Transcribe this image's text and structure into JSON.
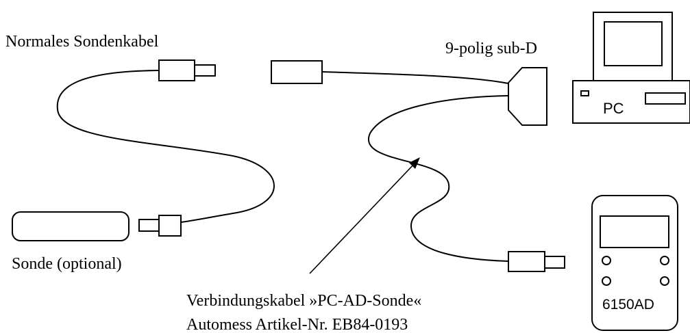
{
  "labels": {
    "standard_cable": "Normales Sondenkabel",
    "connector": "9-polig sub-D",
    "probe": "Sonde (optional)",
    "pc": "PC",
    "device": "6150AD",
    "connection_cable_name": "Verbindungskabel »PC-AD-Sonde«",
    "connection_cable_article": "Automess Artikel-Nr. EB84-0193"
  }
}
